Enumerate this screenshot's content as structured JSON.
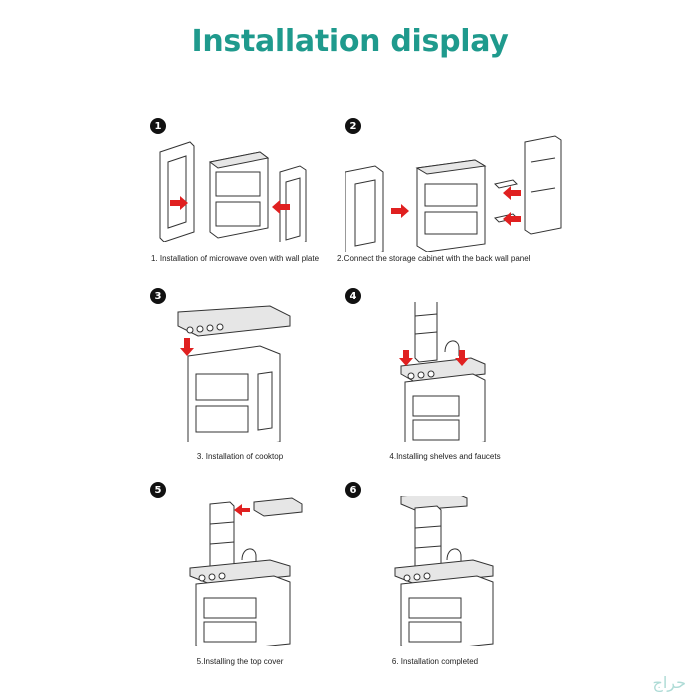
{
  "title": "Installation display",
  "steps": [
    {
      "number": "1",
      "caption": "1. Installation of microwave oven with wall plate"
    },
    {
      "number": "2",
      "caption": "2.Connect the storage cabinet with the back wall panel"
    },
    {
      "number": "3",
      "caption": "3. Installation of cooktop"
    },
    {
      "number": "4",
      "caption": "4.Installing shelves and faucets"
    },
    {
      "number": "5",
      "caption": "5.Installing the top cover"
    },
    {
      "number": "6",
      "caption": "6. Installation completed"
    }
  ],
  "watermark": "حراج",
  "colors": {
    "title": "#1f9a8d",
    "arrow": "#e02020"
  }
}
